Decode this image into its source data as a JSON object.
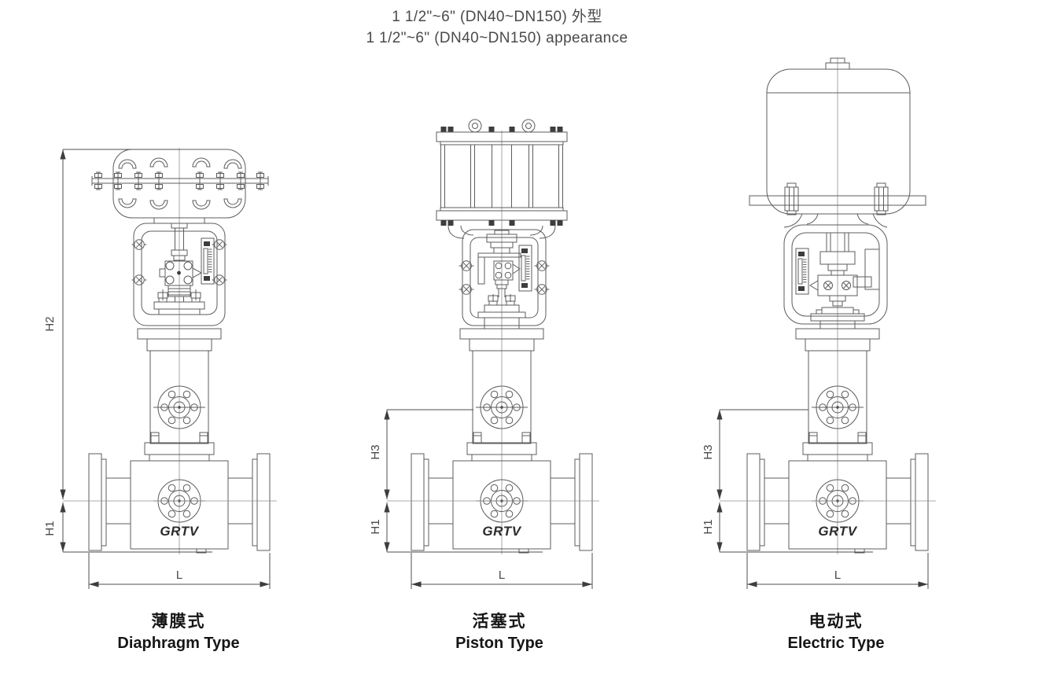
{
  "page": {
    "title_line1": "1 1/2\"~6\" (DN40~DN150) 外型",
    "title_line2": "1 1/2\"~6\" (DN40~DN150) appearance"
  },
  "valves": [
    {
      "name": "diaphragm",
      "logo": "GRTV",
      "caption_zh": "薄膜式",
      "caption_en": "Diaphragm Type",
      "dimensions": {
        "upper": "H2",
        "lower": "H1",
        "width": "L"
      }
    },
    {
      "name": "piston",
      "logo": "GRTV",
      "caption_zh": "活塞式",
      "caption_en": "Piston Type",
      "dimensions": {
        "upper": "H3",
        "lower": "H1",
        "width": "L"
      }
    },
    {
      "name": "electric",
      "logo": "GRTV",
      "caption_zh": "电动式",
      "caption_en": "Electric Type",
      "dimensions": {
        "upper": "H3",
        "lower": "H1",
        "width": "L"
      }
    }
  ],
  "colors": {
    "line": "#5c5c5c",
    "dimension": "#4f4f4f",
    "title_text": "#4a4a4a",
    "caption_text": "#161616",
    "background": "#ffffff"
  }
}
